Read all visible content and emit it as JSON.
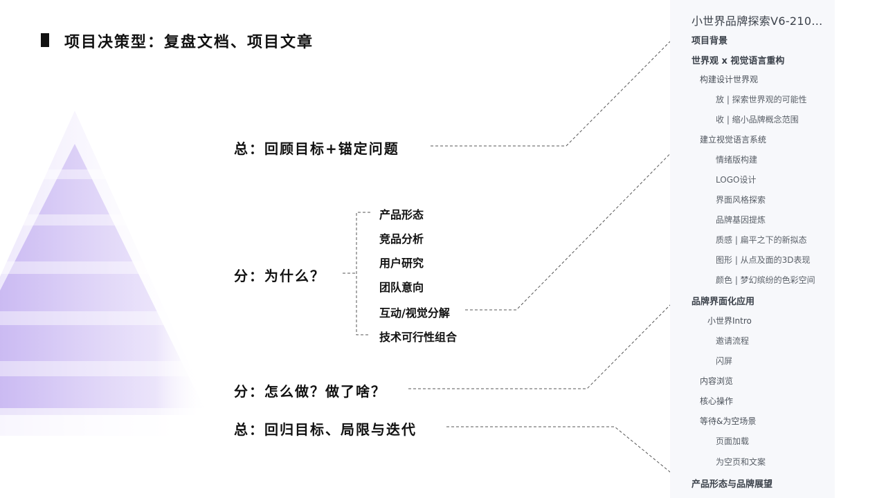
{
  "title": "项目决策型：复盘文档、项目文章",
  "main_items": [
    "总：回顾目标+锚定问题",
    "分：为什么？",
    "分：怎么做？做了啥？",
    "总：回归目标、局限与迭代"
  ],
  "sub_items": [
    "产品形态",
    "竞品分析",
    "用户研究",
    "团队意向",
    "互动/视觉分解",
    "技术可行性组合"
  ],
  "outline": [
    {
      "text": "小世界品牌探索V6-210...",
      "level": 0
    },
    {
      "text": "项目背景",
      "level": 1
    },
    {
      "text": "世界观 x 视觉语言重构",
      "level": 1
    },
    {
      "text": "构建设计世界观",
      "level": 2
    },
    {
      "text": "放 | 探索世界观的可能性",
      "level": 3
    },
    {
      "text": "收 | 缩小品牌概念范围",
      "level": 3
    },
    {
      "text": "建立视觉语言系统",
      "level": 2
    },
    {
      "text": "情绪版构建",
      "level": 3
    },
    {
      "text": "LOGO设计",
      "level": 3
    },
    {
      "text": "界面风格探索",
      "level": 3
    },
    {
      "text": "品牌基因提炼",
      "level": 3
    },
    {
      "text": "质感 | 扁平之下的新拟态",
      "level": 3
    },
    {
      "text": "图形 | 从点及面的3D表现",
      "level": 3
    },
    {
      "text": "颜色 | 梦幻缤纷的色彩空间",
      "level": 3
    },
    {
      "text": "品牌界面化应用",
      "level": 1
    },
    {
      "text": "小世界Intro",
      "level": 2
    },
    {
      "text": "邀请流程",
      "level": 3
    },
    {
      "text": "闪屏",
      "level": 3
    },
    {
      "text": "内容浏览",
      "level": 2
    },
    {
      "text": "核心操作",
      "level": 2
    },
    {
      "text": "等待&为空场景",
      "level": 2
    },
    {
      "text": "页面加载",
      "level": 3
    },
    {
      "text": "为空页和文案",
      "level": 3
    },
    {
      "text": "产品形态与品牌展望",
      "level": 1
    }
  ],
  "colors": {
    "text": "#111111",
    "panel": "#f7f8fb",
    "connector": "#555555",
    "pyramid": "#c9b8f2"
  }
}
